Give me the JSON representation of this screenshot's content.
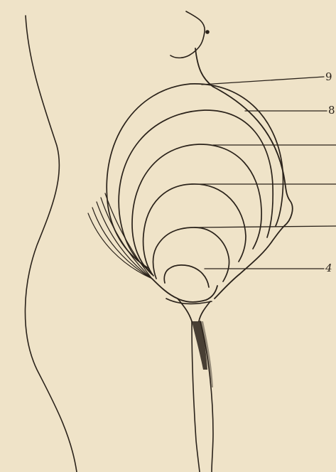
{
  "figure": {
    "labels": [
      {
        "id": "month-9",
        "text": "9"
      },
      {
        "id": "month-8",
        "text": "8"
      },
      {
        "id": "month-7",
        "text": ""
      },
      {
        "id": "month-6",
        "text": ""
      },
      {
        "id": "month-5",
        "text": ""
      },
      {
        "id": "month-4",
        "text": "4"
      }
    ]
  },
  "colors": {
    "paper": "#efe3c8",
    "ink": "#2a221a"
  }
}
